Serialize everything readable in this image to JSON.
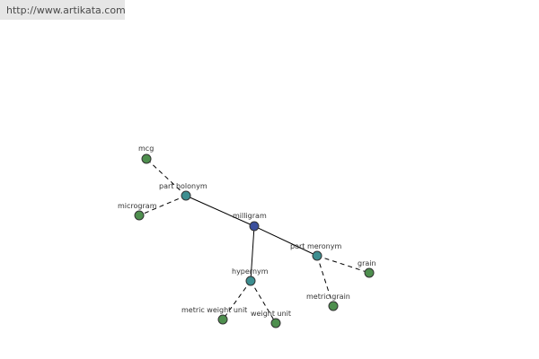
{
  "header": {
    "url": "http://www.artikata.com"
  },
  "colors": {
    "center": "#3b4f9c",
    "relation": "#3d8e90",
    "leaf": "#4e8f4e"
  },
  "graph": {
    "center": {
      "label": "milligram"
    },
    "relations": [
      {
        "key": "part_holonym",
        "label": "part holonym",
        "children": [
          {
            "label": "mcg"
          },
          {
            "label": "microgram"
          }
        ]
      },
      {
        "key": "hypernym",
        "label": "hypernym",
        "children": [
          {
            "label": "metric weight unit"
          },
          {
            "label": "weight unit"
          }
        ]
      },
      {
        "key": "part_meronym",
        "label": "part meronym",
        "children": [
          {
            "label": "grain"
          },
          {
            "label": "metric grain"
          }
        ]
      }
    ]
  }
}
